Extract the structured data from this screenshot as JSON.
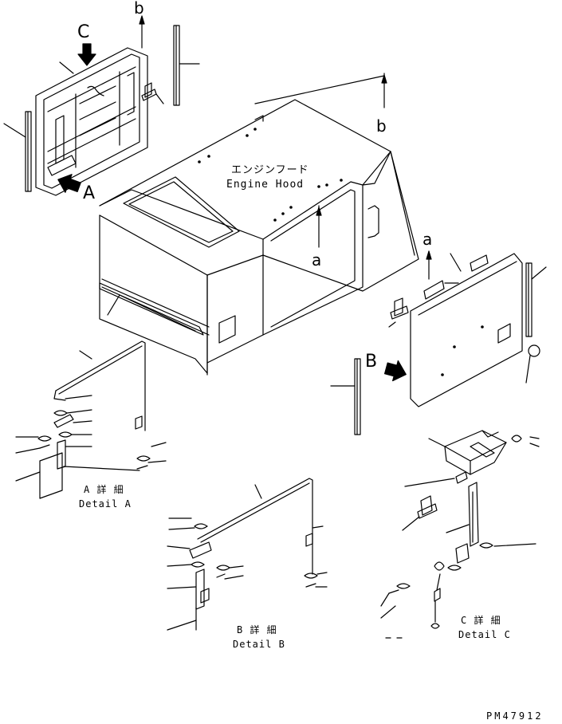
{
  "views": {
    "C": "C",
    "A": "A",
    "B": "B"
  },
  "refs": {
    "b_top": "b",
    "b_mid": "b",
    "a_left": "a",
    "a_right": "a"
  },
  "engine_hood": {
    "jp": "エンジンフード",
    "en": "Engine Hood"
  },
  "detail_a": {
    "jp": "A 詳 細",
    "en": "Detail A"
  },
  "detail_b": {
    "jp": "B 詳 細",
    "en": "Detail B"
  },
  "detail_c": {
    "jp": "C 詳 細",
    "en": "Detail C"
  },
  "drawing_no": "PM47912"
}
